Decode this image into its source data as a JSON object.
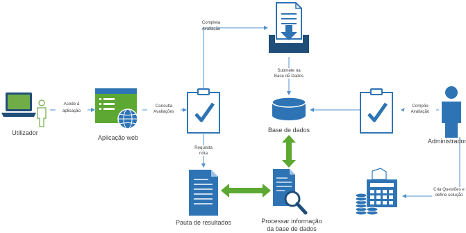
{
  "colors": {
    "primary": "#2e74b5",
    "dark": "#1f4e79",
    "accent": "#5ca832",
    "arrow": "#4f8fcf",
    "monitor_screen": "#70ad47"
  },
  "nodes": {
    "utilizador": {
      "label": "Utilizador"
    },
    "aplicacao_web": {
      "label": "Aplicação web"
    },
    "consulta_doc": {
      "label": ""
    },
    "base_dados": {
      "label": "Base de dados"
    },
    "compoe_doc": {
      "label": ""
    },
    "administrador": {
      "label": "Administrador"
    },
    "submissao_tray": {
      "label": ""
    },
    "pauta": {
      "label": "Pauta de resultados"
    },
    "processar": {
      "label_line1": "Processar informação",
      "label_line2": "da base de dados"
    },
    "calculadora": {
      "label": ""
    }
  },
  "edges": {
    "acede": {
      "line1": "Acede à",
      "line2": "aplicação"
    },
    "consulta": {
      "line1": "Consulta",
      "line2": "Avaliações"
    },
    "completa": {
      "line1": "Completa",
      "line2": "Avaliação"
    },
    "submete": {
      "line1": "Submete na",
      "line2": "Base de Dados"
    },
    "compoe": {
      "line1": "Compõe",
      "line2": "Avaliação"
    },
    "requisita": {
      "line1": "Requisita",
      "line2": "nota"
    },
    "cria": {
      "line1": "Cria Questões e",
      "line2": "define solução"
    }
  }
}
